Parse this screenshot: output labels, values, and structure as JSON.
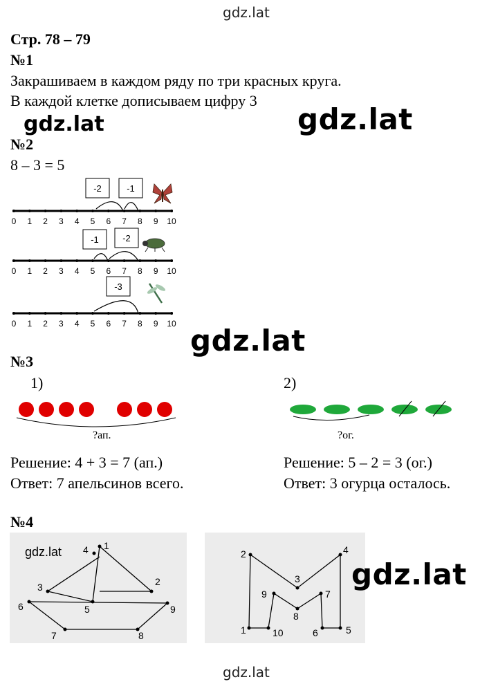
{
  "watermarks": {
    "top": "gdz.lat",
    "big": "gdz.lat",
    "bottom": "gdz.lat"
  },
  "header": {
    "pages": "Стр. 78 – 79"
  },
  "task1": {
    "number": "№1",
    "line1": "Закрашиваем в каждом ряду по три красных круга.",
    "line2": "В каждой клетке дописываем цифру 3"
  },
  "task2": {
    "number": "№2",
    "equation": "8 – 3 = 5",
    "ticks": [
      "0",
      "1",
      "2",
      "3",
      "4",
      "5",
      "6",
      "7",
      "8",
      "9",
      "10"
    ],
    "rows": [
      {
        "boxes": [
          "-2",
          "-1"
        ],
        "insect": "butterfly-icon"
      },
      {
        "boxes": [
          "-1",
          "-2"
        ],
        "insect": "beetle-icon"
      },
      {
        "boxes": [
          "-3"
        ],
        "insect": "dragonfly-icon"
      }
    ]
  },
  "task3": {
    "number": "№3",
    "part1": {
      "label": "1)",
      "caption": "?ап.",
      "solution": "Решение: 4 + 3 = 7 (ап.)",
      "answer": "Ответ: 7 апельсинов всего.",
      "circles": 7,
      "color": "#e00000"
    },
    "part2": {
      "label": "2)",
      "caption": "?ог.",
      "solution": "Решение: 5 – 2 = 3 (ог.)",
      "answer": "Ответ: 3 огурца осталось.",
      "ovals": 5,
      "crossed": 2,
      "color": "#1fa83a"
    }
  },
  "task4": {
    "number": "№4",
    "left_points": [
      "1",
      "2",
      "3",
      "4",
      "5",
      "6",
      "7",
      "8",
      "9"
    ],
    "right_points": [
      "1",
      "2",
      "3",
      "4",
      "5",
      "6",
      "7",
      "8",
      "9",
      "10"
    ]
  }
}
